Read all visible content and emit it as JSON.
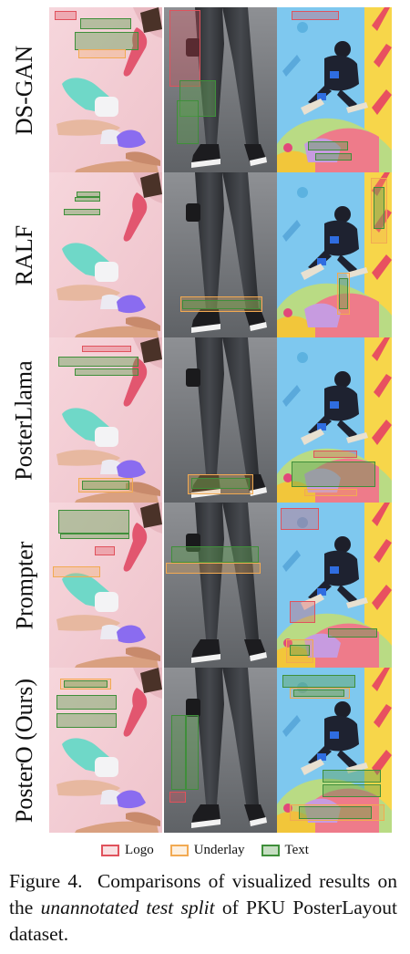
{
  "methods": [
    "DS-GAN",
    "RALF",
    "PosterLlama",
    "Prompter",
    "PosterO (Ours)"
  ],
  "legend": [
    {
      "type": "logo",
      "label": "Logo",
      "color": "#e0525c"
    },
    {
      "type": "underlay",
      "label": "Underlay",
      "color": "#f2aa52"
    },
    {
      "type": "text",
      "label": "Text",
      "color": "#3f8f3a"
    }
  ],
  "caption": {
    "label": "Figure 4.",
    "text_before": "Comparisons of visualized results on the",
    "emphasis": "unannotated test split",
    "text_after": "of PKU PosterLayout dataset."
  }
}
